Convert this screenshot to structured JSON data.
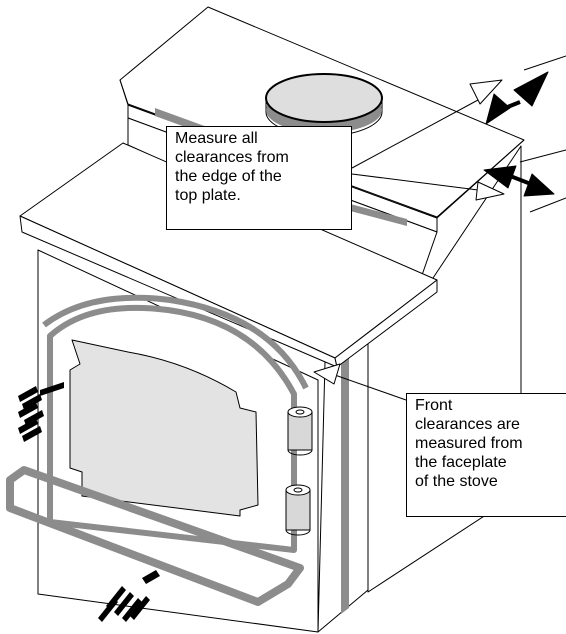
{
  "callouts": {
    "top_plate": {
      "lines": [
        "Measure all",
        "clearances from",
        "the edge of the",
        "top plate."
      ]
    },
    "faceplate": {
      "lines": [
        "Front",
        "clearances are",
        "measured from",
        "the faceplate",
        "of the stove"
      ]
    }
  },
  "colors": {
    "line": "#000000",
    "fill": "#ffffff",
    "glass": "#e3e3e3",
    "trim": "#8c8c8c",
    "flue": "#dedede"
  }
}
